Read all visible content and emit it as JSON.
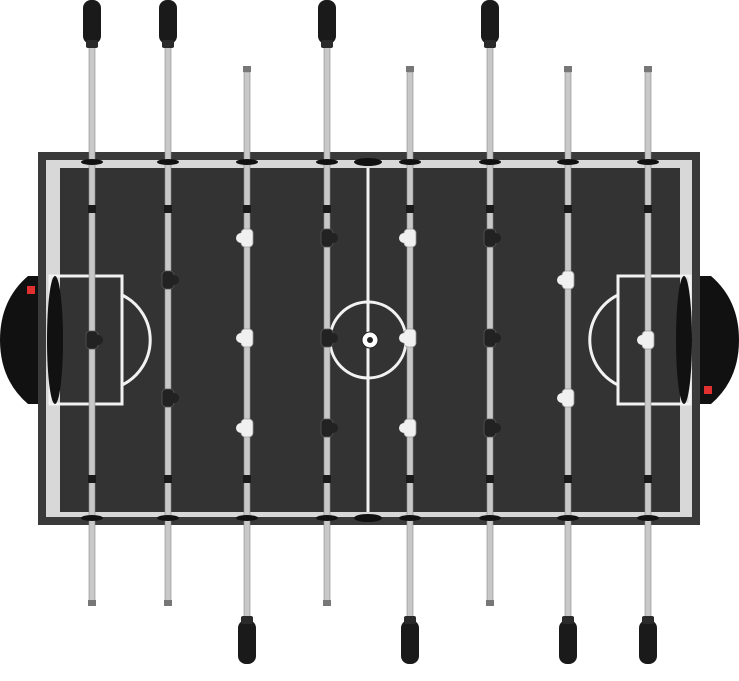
{
  "image": {
    "subject": "foosball-table-top-view",
    "colors": {
      "frame": "#3a3a3a",
      "border": "#d8d8d8",
      "field": "#333333",
      "lines": "#f2f2f2",
      "rod": "#c8c8c8",
      "handle": "#1a1a1a",
      "team_light": "#f0f0f0",
      "team_dark": "#222222",
      "score_marker": "#e03030"
    },
    "rods": [
      {
        "team": "dark",
        "players": 1,
        "handle": "top"
      },
      {
        "team": "dark",
        "players": 2,
        "handle": "top"
      },
      {
        "team": "light",
        "players": 3,
        "handle": "bottom"
      },
      {
        "team": "dark",
        "players": 3,
        "handle": "top"
      },
      {
        "team": "light",
        "players": 3,
        "handle": "bottom"
      },
      {
        "team": "dark",
        "players": 3,
        "handle": "top"
      },
      {
        "team": "light",
        "players": 2,
        "handle": "bottom"
      },
      {
        "team": "light",
        "players": 1,
        "handle": "bottom"
      }
    ]
  }
}
